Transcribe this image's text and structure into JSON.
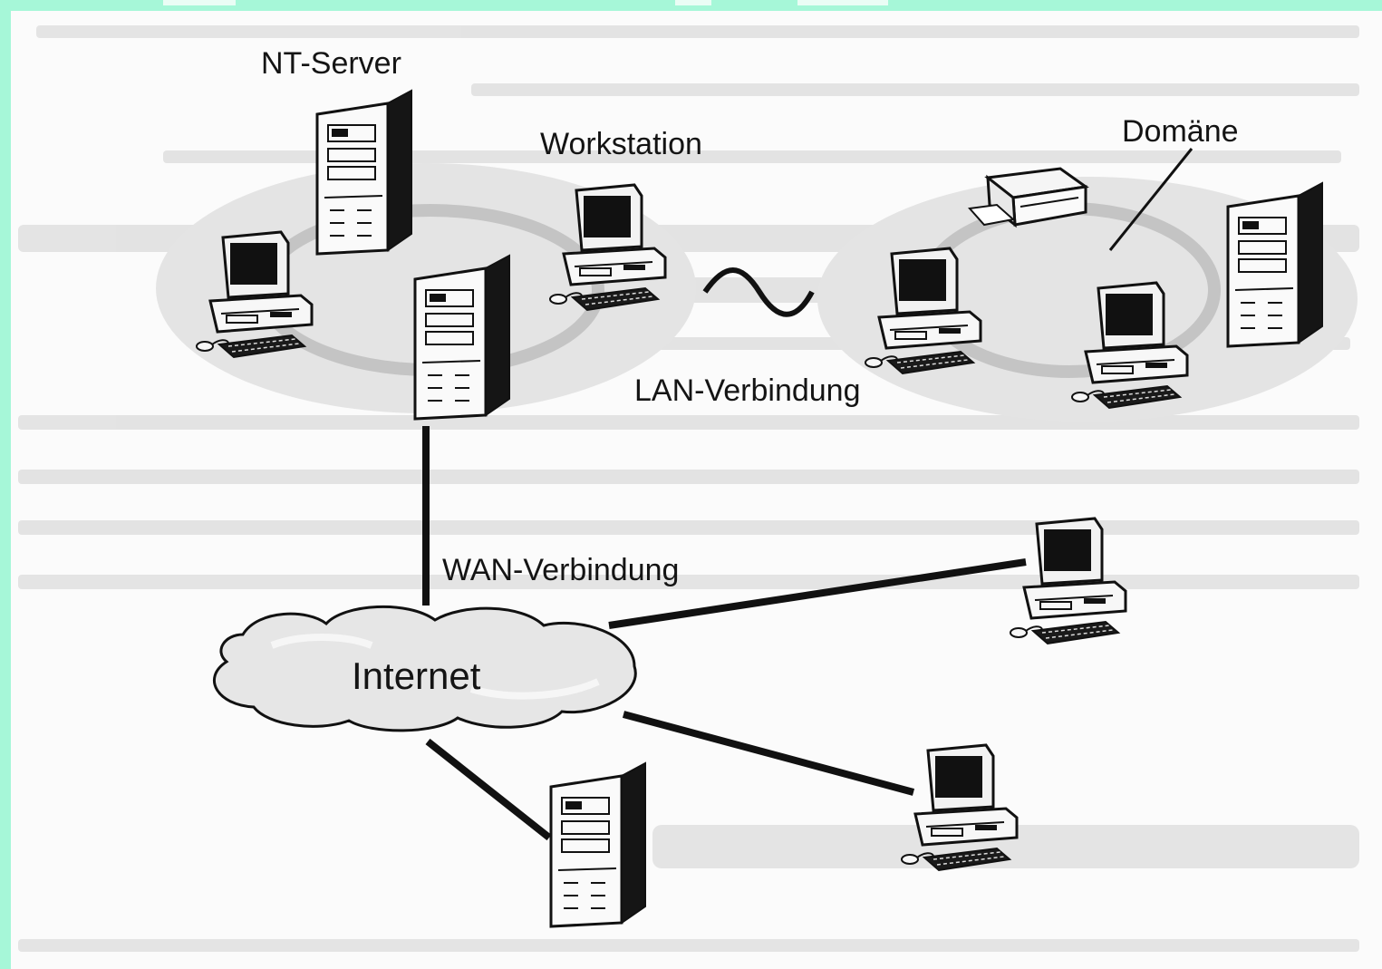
{
  "diagram": {
    "labels": {
      "nt_server": "NT-Server",
      "workstation": "Workstation",
      "domain": "Domäne",
      "lan": "LAN-Verbindung",
      "wan": "WAN-Verbindung",
      "internet": "Internet"
    },
    "nodes": [
      "NT-Server",
      "Workstation",
      "Domäne",
      "Internet"
    ],
    "connections": [
      "LAN-Verbindung",
      "WAN-Verbindung"
    ]
  },
  "colors": {
    "accent_frame": "#a6f7d8",
    "network_zone": "#e4e4e4",
    "ring": "#c4c4c4",
    "ink": "#141414",
    "background": "#fbfbfb"
  }
}
